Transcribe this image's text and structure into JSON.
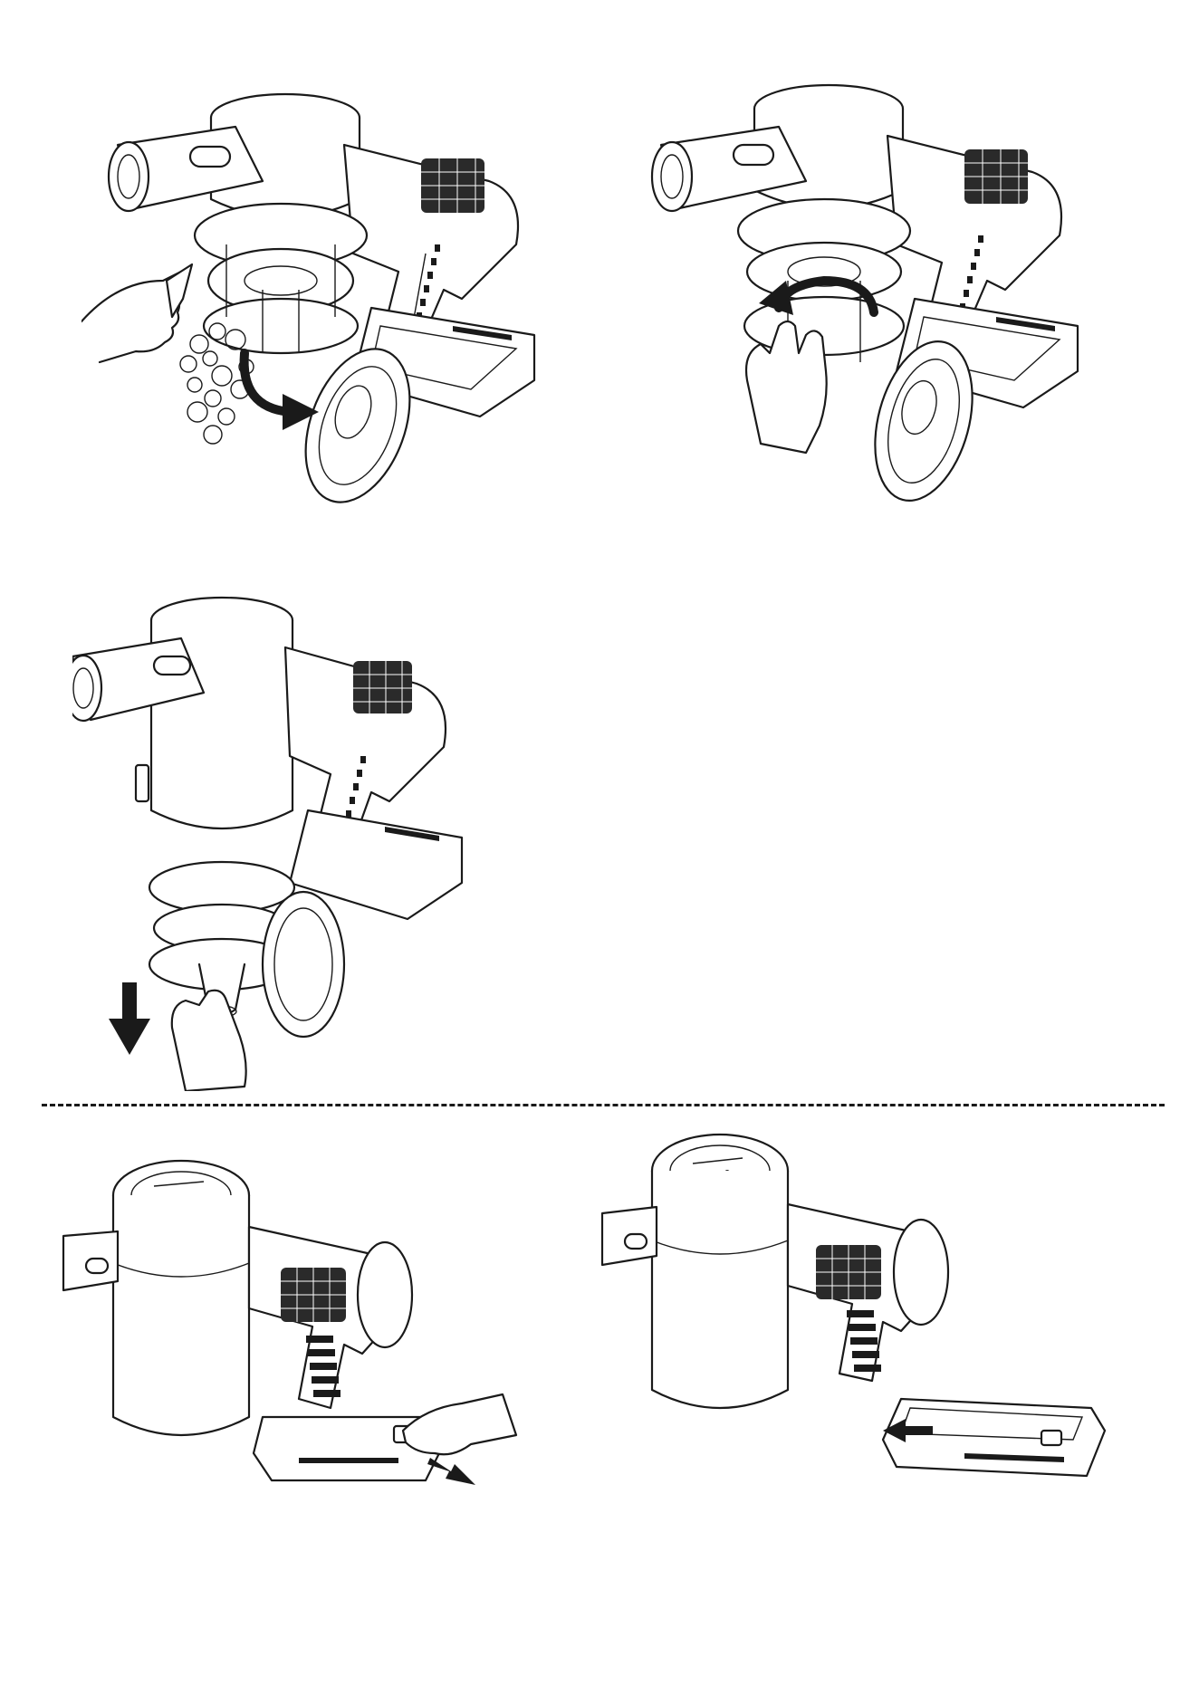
{
  "page": {
    "background": "#ffffff",
    "line_color": "#1a1a1a"
  },
  "illustrations": [
    {
      "id": "step-1",
      "icon": "open-dust-bin-lid-icon",
      "arrow": "curved-arrow-down-right"
    },
    {
      "id": "step-2",
      "icon": "twist-cyclone-icon",
      "arrow": "circular-arrow"
    },
    {
      "id": "step-3",
      "icon": "pull-out-cyclone-icon",
      "arrow": "down-arrow"
    },
    {
      "id": "step-4",
      "icon": "battery-release-icon",
      "arrow": "small-arrow-out"
    },
    {
      "id": "step-5",
      "icon": "battery-insert-icon",
      "arrow": "small-arrow-in"
    }
  ]
}
